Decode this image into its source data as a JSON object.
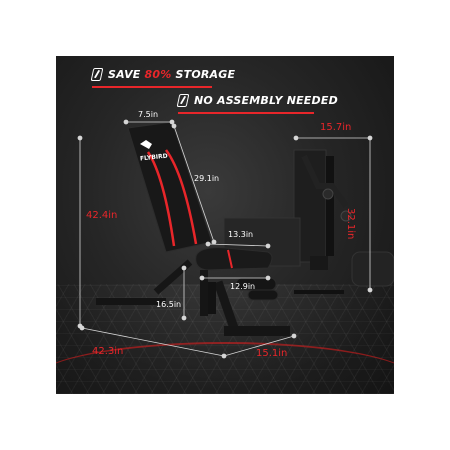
{
  "banner": {
    "line1_prefix": "SAVE ",
    "line1_highlight": "80%",
    "line1_suffix": " STORAGE",
    "line2": "NO ASSEMBLY NEEDED",
    "icon": "phone-fold-icon"
  },
  "product": {
    "brand": "FLYBIRD",
    "accent_color": "#e8262a",
    "frame_color": "#1b1b1b"
  },
  "dimensions": {
    "seat_back_width": "7.5in",
    "backrest_length": "29.1in",
    "total_height": "42.4in",
    "seat_length": "13.3in",
    "seat_width": "12.9in",
    "seat_height": "16.5in",
    "total_length": "42.3in",
    "base_width": "15.1in",
    "folded_width": "15.7in",
    "folded_height": "32.1in"
  }
}
